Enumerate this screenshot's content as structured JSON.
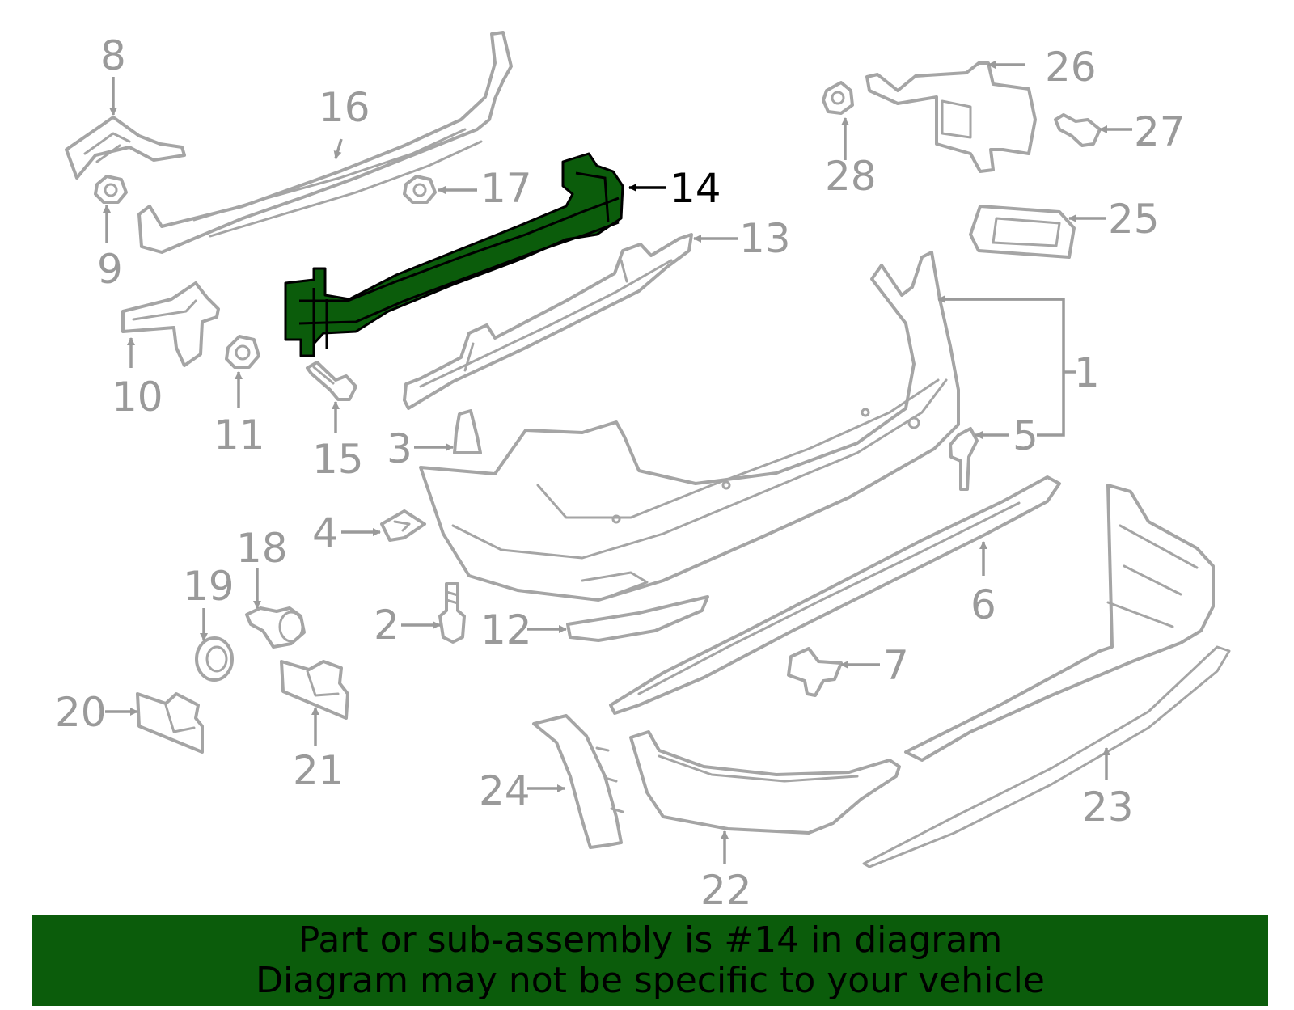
{
  "diagram": {
    "highlighted_part": "14",
    "highlight_color": "#0b5c0b",
    "line_color": "#a5a5a5",
    "labels": [
      "1",
      "2",
      "3",
      "4",
      "5",
      "6",
      "7",
      "8",
      "9",
      "10",
      "11",
      "12",
      "13",
      "14",
      "15",
      "16",
      "17",
      "18",
      "19",
      "20",
      "21",
      "22",
      "23",
      "24",
      "25",
      "26",
      "27",
      "28"
    ]
  },
  "banner": {
    "line1": "Part or sub-assembly is #14 in diagram",
    "line2": "Diagram may not be specific to your vehicle",
    "background": "#0b5c0b"
  }
}
